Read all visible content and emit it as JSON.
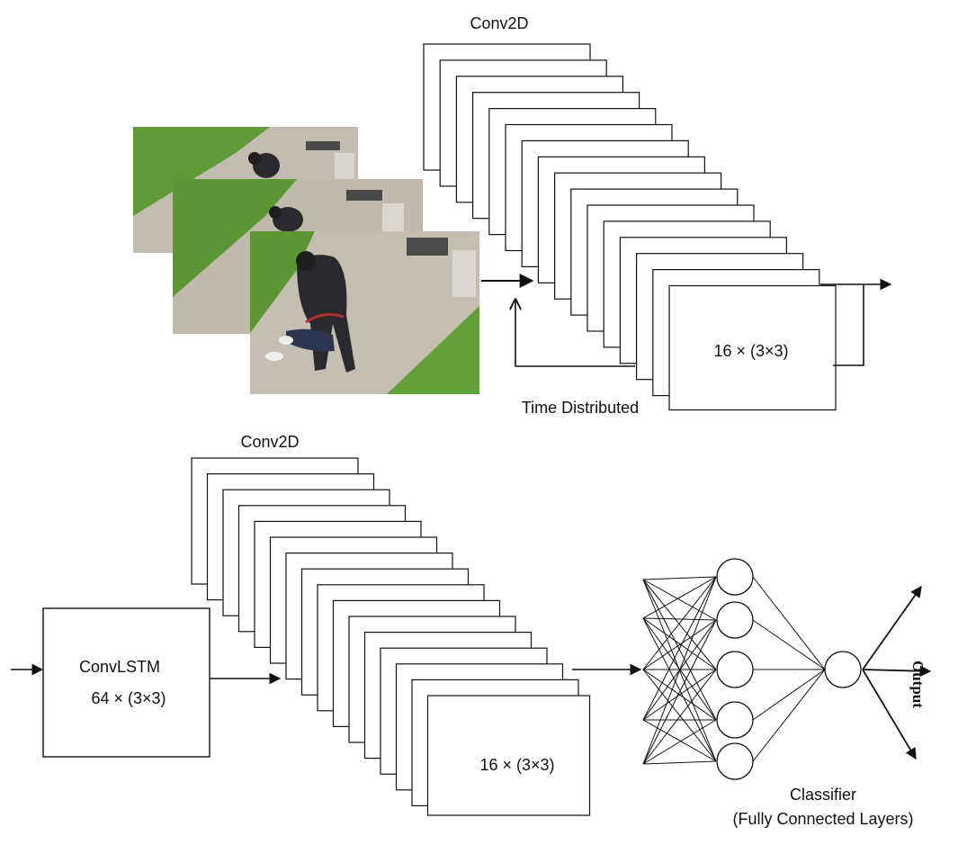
{
  "top_block": {
    "title": "Conv2D",
    "size_label": "16 × (3×3)",
    "caption": "Time Distributed"
  },
  "input_frames": {
    "icon": "video-frames-person-falling",
    "colors": {
      "grass": "#5f9a36",
      "pavement": "#bdb7ac",
      "jacket": "#2a2a2e"
    }
  },
  "convlstm": {
    "name": "ConvLSTM",
    "size_label": "64 × (3×3)"
  },
  "bottom_block": {
    "title": "Conv2D",
    "size_label": "16 × (3×3)"
  },
  "classifier": {
    "title": "Classifier",
    "subtitle": "(Fully Connected Layers)",
    "output_label": "Output"
  }
}
